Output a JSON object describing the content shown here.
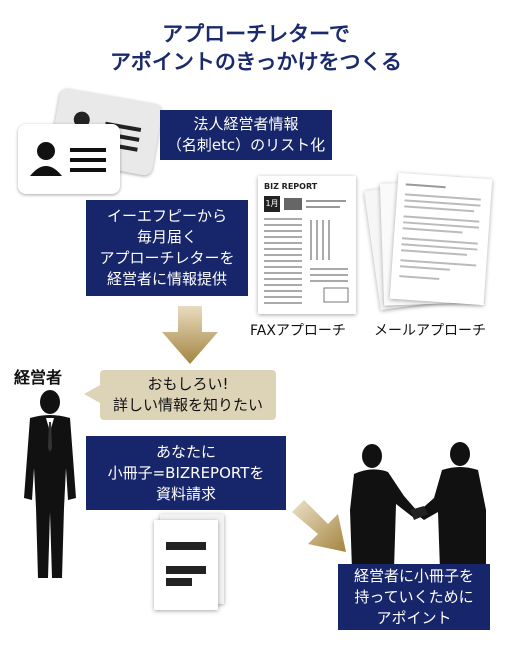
{
  "title": {
    "line1": "アプローチレターで",
    "line2": "アポイントのきっかけをつくる"
  },
  "box_list": {
    "line1": "法人経営者情報",
    "line2": "（名刺etc）のリスト化"
  },
  "box_letter": {
    "line1": "イーエフピーから",
    "line2": "毎月届く",
    "line3": "アプローチレターを",
    "line4": "経営者に情報提供"
  },
  "fax_doc": {
    "brand": "BIZ REPORT",
    "badge": "1",
    "badge_unit": "月"
  },
  "labels": {
    "fax": "FAXアプローチ",
    "mail": "メールアプローチ",
    "manager": "経営者"
  },
  "speech": {
    "line1": "おもしろい!",
    "line2": "詳しい情報を知りたい"
  },
  "box_request": {
    "line1": "あなたに",
    "line2": "小冊子=BIZREPORTを",
    "line3": "資料請求"
  },
  "box_appoint": {
    "line1": "経営者に小冊子を",
    "line2": "持っていくために",
    "line3": "アポイント"
  },
  "colors": {
    "navy": "#17256a",
    "tan": "#ddd3b6",
    "gold": "#b89a55"
  }
}
